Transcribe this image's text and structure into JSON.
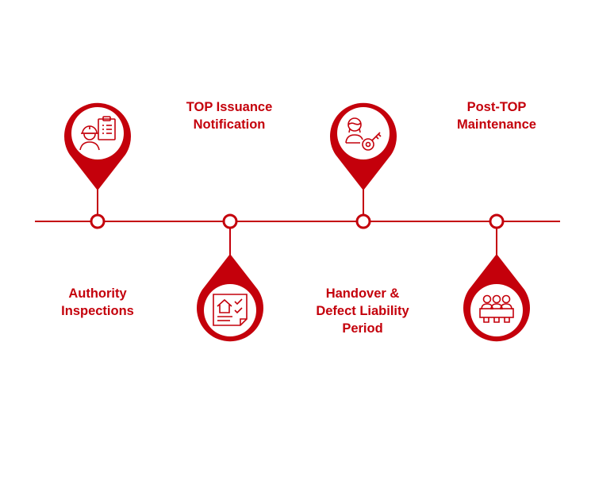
{
  "colors": {
    "accent": "#c4000b",
    "background": "#ffffff"
  },
  "timeline": {
    "steps": [
      {
        "id": "authority-inspections",
        "lines": [
          "Authority",
          "Inspections"
        ],
        "icon": "engineer-checklist-icon",
        "pin_position": "above",
        "label_position": "below"
      },
      {
        "id": "top-issuance-notification",
        "lines": [
          "TOP Issuance",
          "Notification"
        ],
        "icon": "house-document-checklist-icon",
        "pin_position": "below",
        "label_position": "above"
      },
      {
        "id": "handover-defect-liability",
        "lines": [
          "Handover &",
          "Defect Liability",
          "Period"
        ],
        "icon": "person-key-icon",
        "pin_position": "above",
        "label_position": "below"
      },
      {
        "id": "post-top-maintenance",
        "lines": [
          "Post-TOP",
          "Maintenance"
        ],
        "icon": "team-meeting-icon",
        "pin_position": "below",
        "label_position": "above"
      }
    ]
  }
}
